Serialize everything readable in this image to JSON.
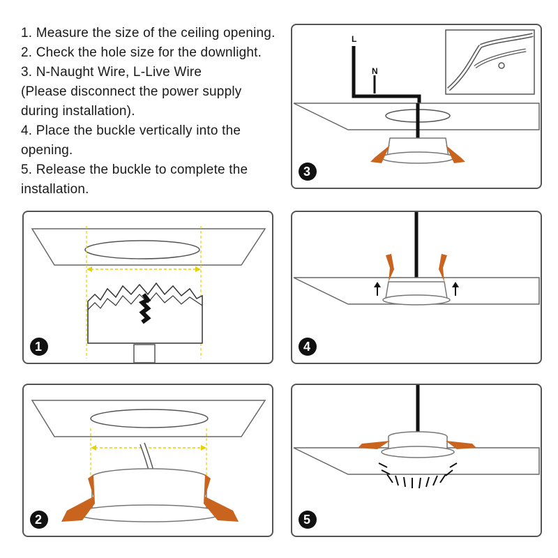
{
  "instructions": [
    "1. Measure the size of the ceiling opening.",
    "2. Check the hole size for the downlight.",
    "3. N-Naught Wire, L-Live Wire",
    "(Please disconnect the power supply",
    "during installation).",
    "4. Place the buckle vertically into the",
    "opening.",
    "5. Release the buckle to complete the",
    "installation."
  ],
  "steps": {
    "step1": {
      "number": "1"
    },
    "step2": {
      "number": "2"
    },
    "step3": {
      "number": "3",
      "live_label": "L",
      "neutral_label": "N"
    },
    "step4": {
      "number": "4"
    },
    "step5": {
      "number": "5"
    }
  },
  "colors": {
    "spring_clip": "#c8641e",
    "guide_line": "#e6d200",
    "wire": "#111111",
    "outline": "#555555"
  }
}
